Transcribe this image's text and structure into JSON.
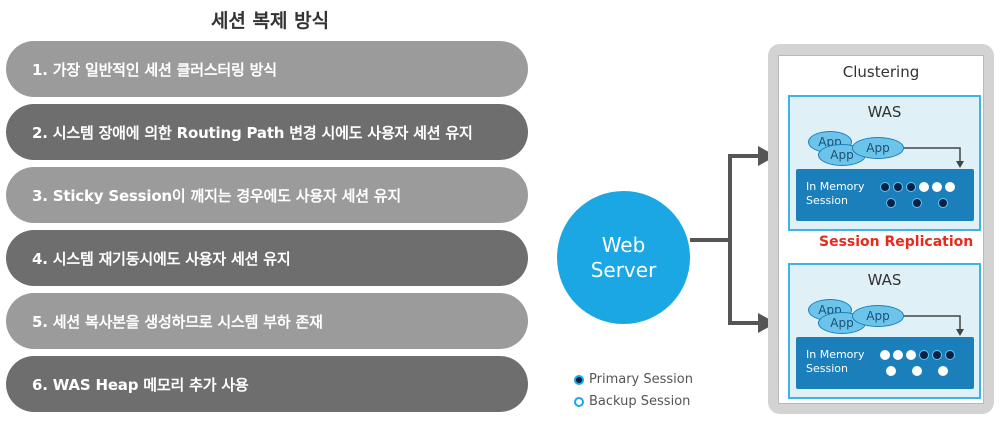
{
  "title": "세션 복제 방식",
  "features": [
    {
      "text": "1. 가장 일반적인 세션 클러스터링 방식",
      "tone": "light"
    },
    {
      "text": "2. 시스템 장애에 의한 Routing Path 변경 시에도 사용자 세션 유지",
      "tone": "dark"
    },
    {
      "text": "3. Sticky Session이 깨지는 경우에도 사용자 세션 유지",
      "tone": "light"
    },
    {
      "text": "4. 시스템 재기동시에도 사용자 세션 유지",
      "tone": "dark"
    },
    {
      "text": "5. 세션 복사본을 생성하므로 시스템 부하 존재",
      "tone": "light"
    },
    {
      "text": "6. WAS Heap 메모리 추가 사용",
      "tone": "dark"
    }
  ],
  "web_server": {
    "line1": "Web",
    "line2": "Server"
  },
  "cluster": {
    "label": "Clustering",
    "was_nodes": [
      {
        "label": "WAS",
        "apps": [
          "App",
          "App",
          "App"
        ],
        "memory_line1": "In Memory",
        "memory_line2": "Session",
        "sessions_row1": [
          "primary",
          "primary",
          "primary",
          "backup",
          "backup",
          "backup"
        ],
        "sessions_row2": [
          "primary",
          "primary",
          "primary"
        ]
      },
      {
        "label": "WAS",
        "apps": [
          "App",
          "App",
          "App"
        ],
        "memory_line1": "In Memory",
        "memory_line2": "Session",
        "sessions_row1": [
          "backup",
          "backup",
          "backup",
          "primary",
          "primary",
          "primary"
        ],
        "sessions_row2": [
          "backup",
          "backup",
          "backup"
        ]
      }
    ],
    "replication_label": "Session Replication"
  },
  "legend": {
    "primary": "Primary Session",
    "backup": "Backup Session"
  },
  "colors": {
    "web": "#1aa7e3",
    "memory": "#1b7fbc",
    "replication": "#e8621e",
    "primary_dot": "#0c1f44"
  }
}
